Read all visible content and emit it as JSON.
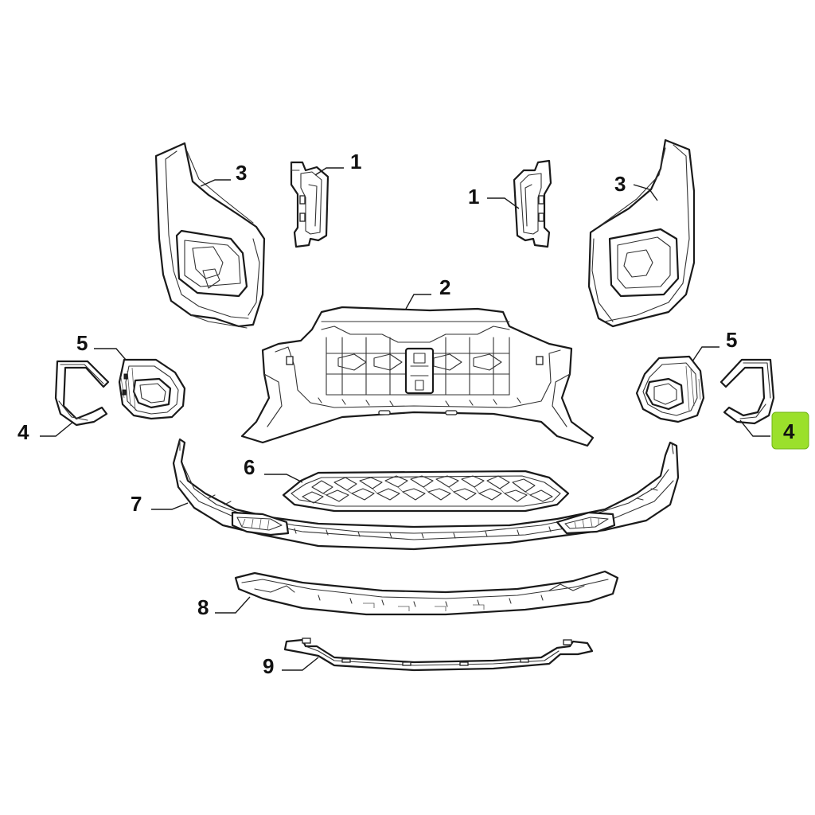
{
  "callouts": [
    {
      "id": "c1a",
      "label": "1"
    },
    {
      "id": "c1b",
      "label": "1"
    },
    {
      "id": "c2",
      "label": "2"
    },
    {
      "id": "c3a",
      "label": "3"
    },
    {
      "id": "c3b",
      "label": "3"
    },
    {
      "id": "c4a",
      "label": "4"
    },
    {
      "id": "c4b",
      "label": "4",
      "highlighted": true
    },
    {
      "id": "c5a",
      "label": "5"
    },
    {
      "id": "c5b",
      "label": "5"
    },
    {
      "id": "c6",
      "label": "6"
    },
    {
      "id": "c7",
      "label": "7"
    },
    {
      "id": "c8",
      "label": "8"
    },
    {
      "id": "c9",
      "label": "9"
    }
  ],
  "colors": {
    "highlight": "#9be02b",
    "line": "#1a1a1a",
    "background": "#ffffff"
  }
}
